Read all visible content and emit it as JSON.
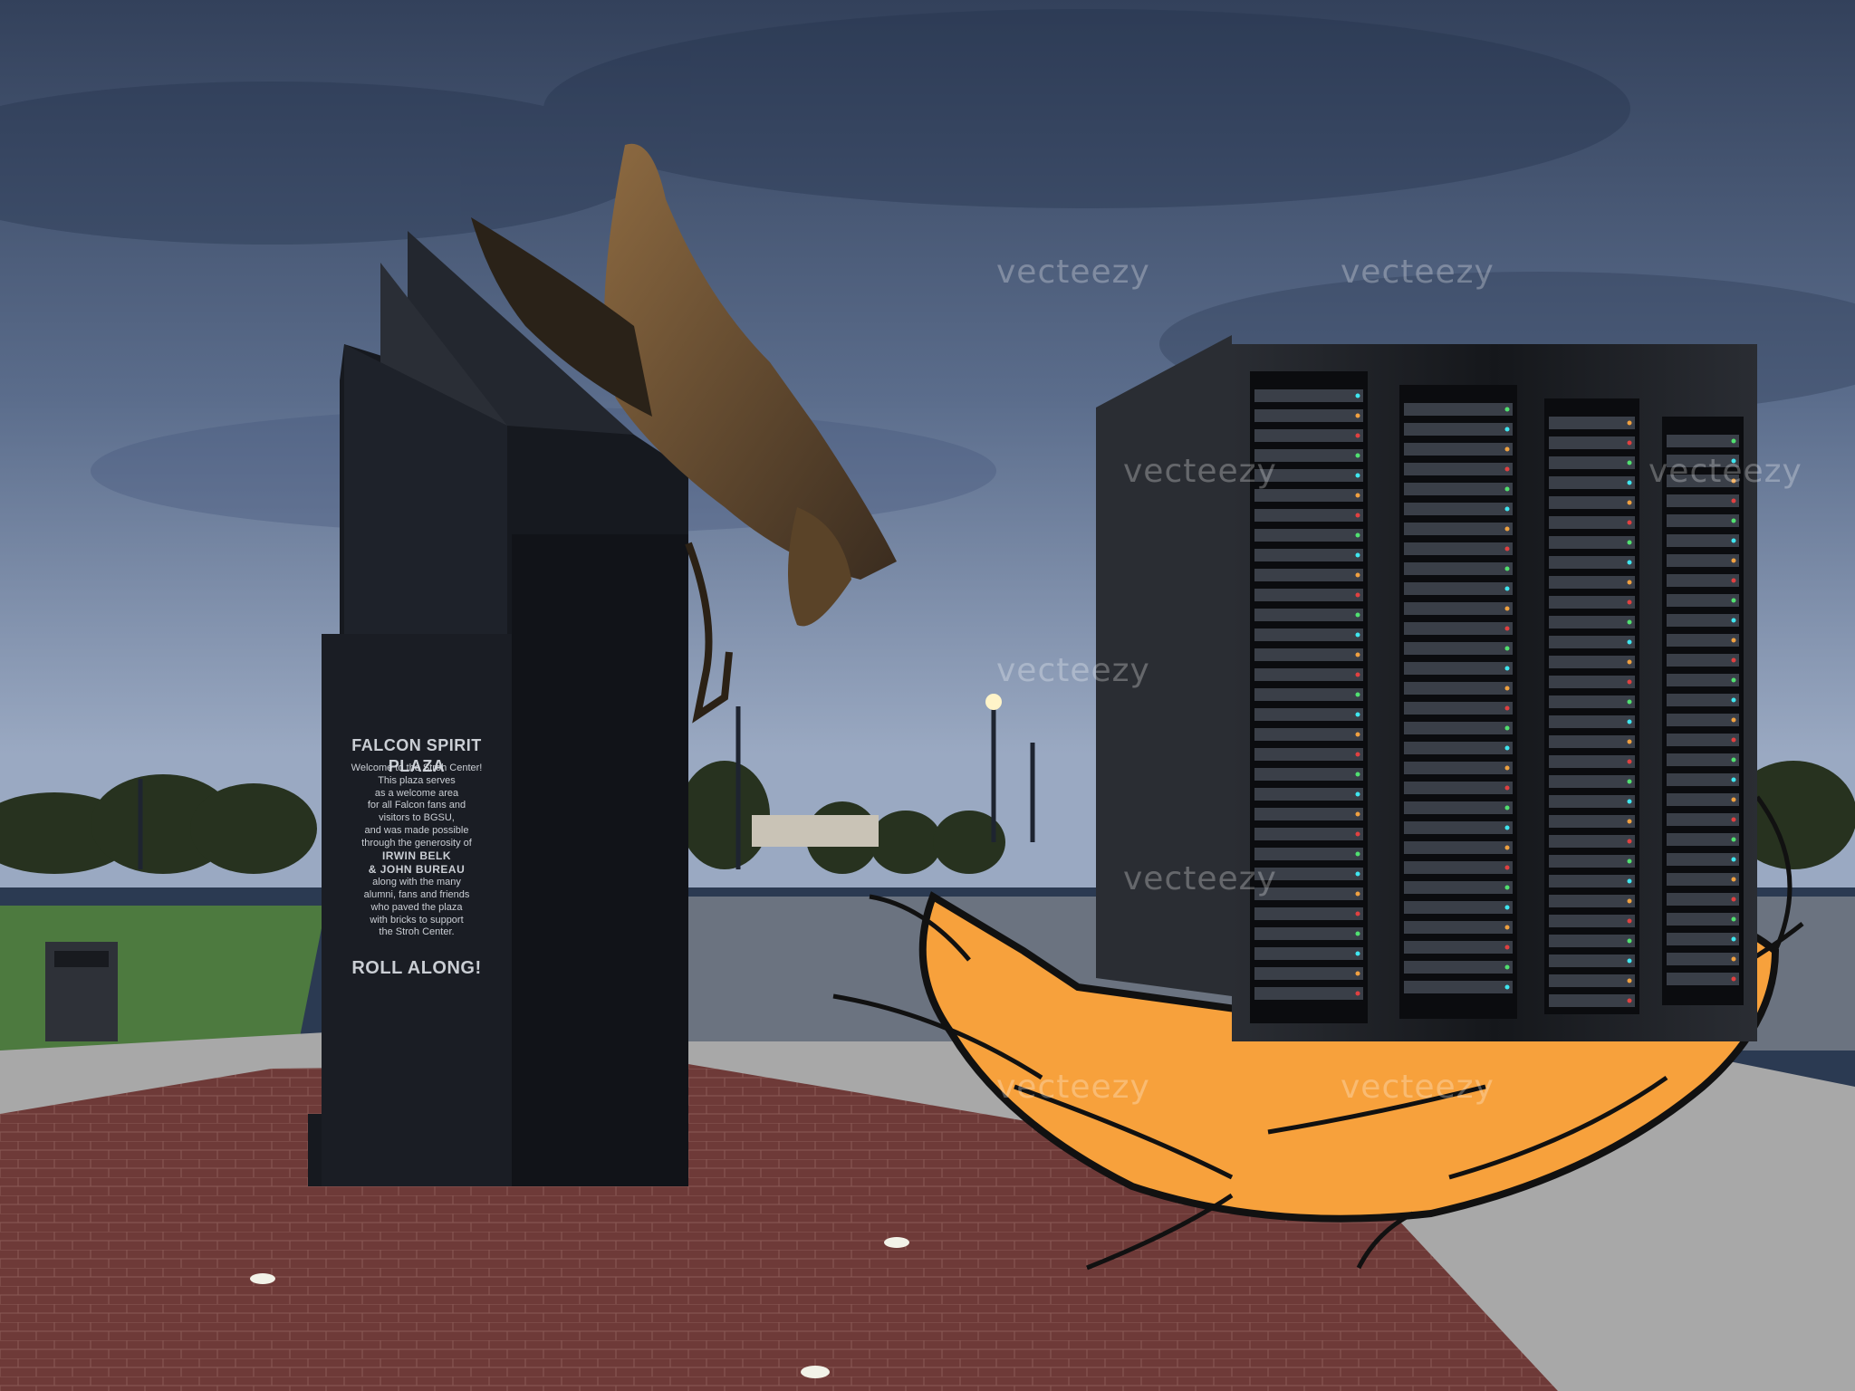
{
  "plaque": {
    "title": "FALCON SPIRIT PLAZA",
    "lines": [
      "Welcome to the Stroh Center!",
      "This plaza serves",
      "as a welcome area",
      "for all Falcon fans and",
      "visitors to BGSU,",
      "and was made possible",
      "through the generosity of"
    ],
    "names": [
      "IRWIN BELK",
      "& JOHN BUREAU"
    ],
    "lines_after": [
      "along with the many",
      "alumni, fans and friends",
      "who paved the plaza",
      "with bricks to support",
      "the Stroh Center."
    ],
    "closing": "ROLL ALONG!"
  },
  "watermarks": [
    "vecteezy",
    "vecteezy",
    "vecteezy",
    "vecteezy",
    "vecteezy",
    "vecteezy",
    "vecteezy",
    "vecteezy"
  ],
  "colors": {
    "sky_top": "#3b4a64",
    "sky_bottom": "#8a9ab5",
    "granite": "#1c1f26",
    "bronze": "#6b5236",
    "brick": "#6e3a38",
    "grass": "#4d7a3f",
    "nest": "#f7a13c",
    "rack": "#1e2126",
    "led_cyan": "#3fe6f0"
  }
}
